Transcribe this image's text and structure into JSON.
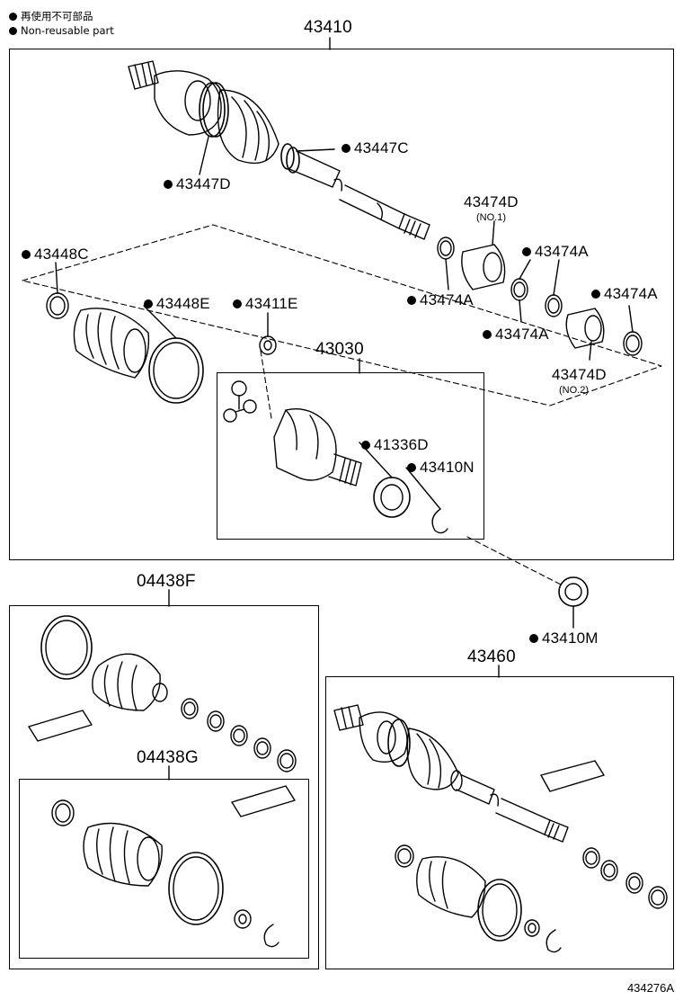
{
  "legend": [
    {
      "mark": "●",
      "text": "再使用不可部品"
    },
    {
      "mark": "●",
      "text": "Non-reusable part"
    }
  ],
  "groups": {
    "main_assembly": "43410",
    "kit_f": "04438F",
    "kit_g": "04438G",
    "inner_joint": "43030",
    "rh_assembly": "43460"
  },
  "parts": {
    "p43447C": "43447C",
    "p43447D": "43447D",
    "p43474D_no1": "43474D",
    "no1": "(NO.1)",
    "p43448C": "43448C",
    "p43474A_1": "43474A",
    "p43448E": "43448E",
    "p43411E": "43411E",
    "p43474A_2": "43474A",
    "p43474A_3": "43474A",
    "p43474A_4": "43474A",
    "p43474D_no2": "43474D",
    "no2": "(NO.2)",
    "p41336D": "41336D",
    "p43410N": "43410N",
    "p43410M": "43410M"
  },
  "diagram_ref": "434276A"
}
